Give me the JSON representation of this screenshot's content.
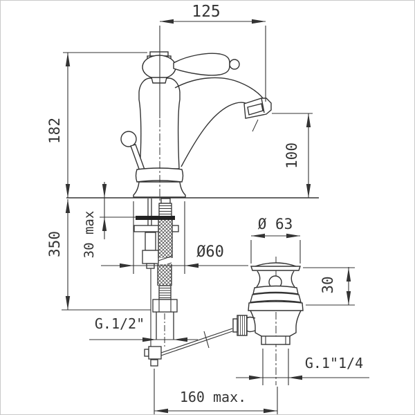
{
  "drawing": {
    "type": "technical-dimension-drawing",
    "subject": "single-lever basin mixer with flexible hose and pop-up waste",
    "background": "#ffffff",
    "line_color": "#333333",
    "frame_color": "#c9c9c9",
    "labels": {
      "spout_projection": "125",
      "body_height": "182",
      "below_deck_length": "350",
      "deck_thickness": "30 max",
      "spout_height": "100",
      "base_diameter": "Ø60",
      "waste_flange_diameter": "Ø 63",
      "waste_top_height": "30",
      "inlet_thread": "G.1/2\"",
      "waste_thread": "G.1\"1/4",
      "center_distance": "160 max."
    }
  }
}
